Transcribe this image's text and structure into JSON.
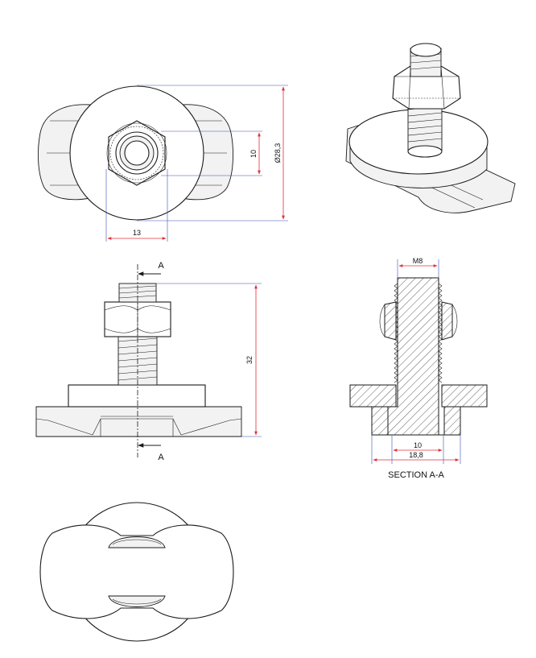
{
  "dimensions": {
    "top_width": "13",
    "top_hole": "10",
    "top_diameter": "Ø28,3",
    "side_height": "32",
    "section_thread": "M8",
    "section_inner": "10",
    "section_outer": "18,8"
  },
  "section": {
    "marker_top": "A",
    "marker_bottom": "A",
    "title": "SECTION A-A"
  },
  "colors": {
    "dimension_red": "#e0303a",
    "dimension_blue": "#3a4fb0",
    "outline": "#1a1a1a"
  }
}
